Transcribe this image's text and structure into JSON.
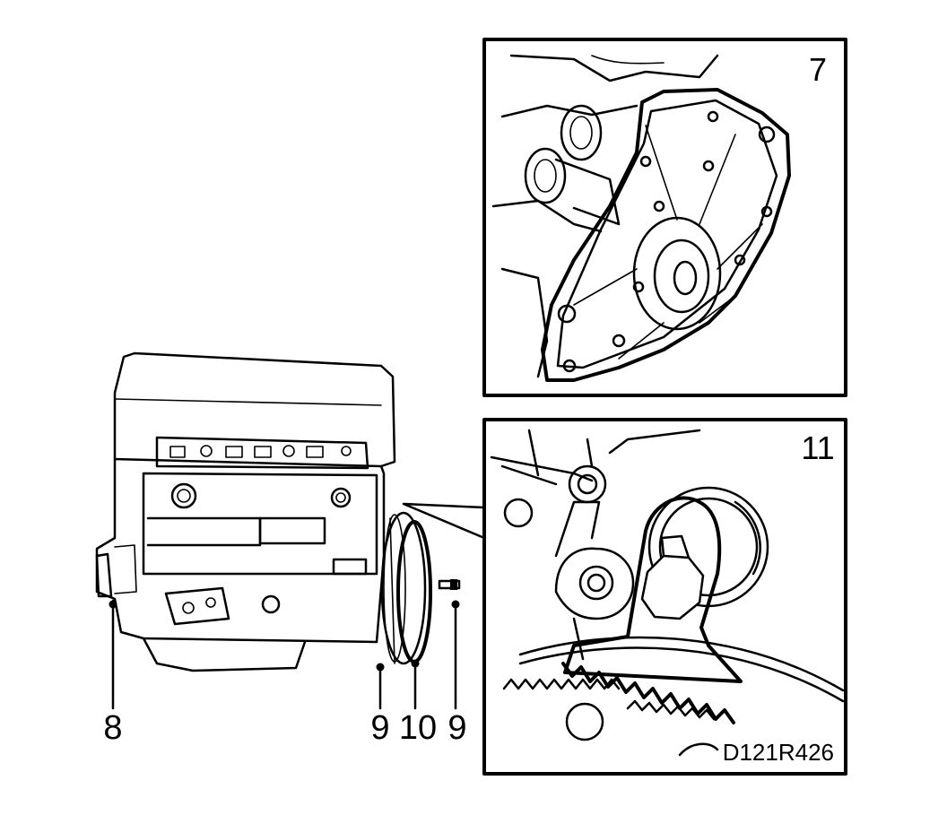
{
  "callouts": {
    "detail_top": "7",
    "detail_bottom": "11",
    "left_part": "8",
    "part_a": "9",
    "part_b": "10",
    "part_c": "9"
  },
  "figure_id": "D121R426"
}
